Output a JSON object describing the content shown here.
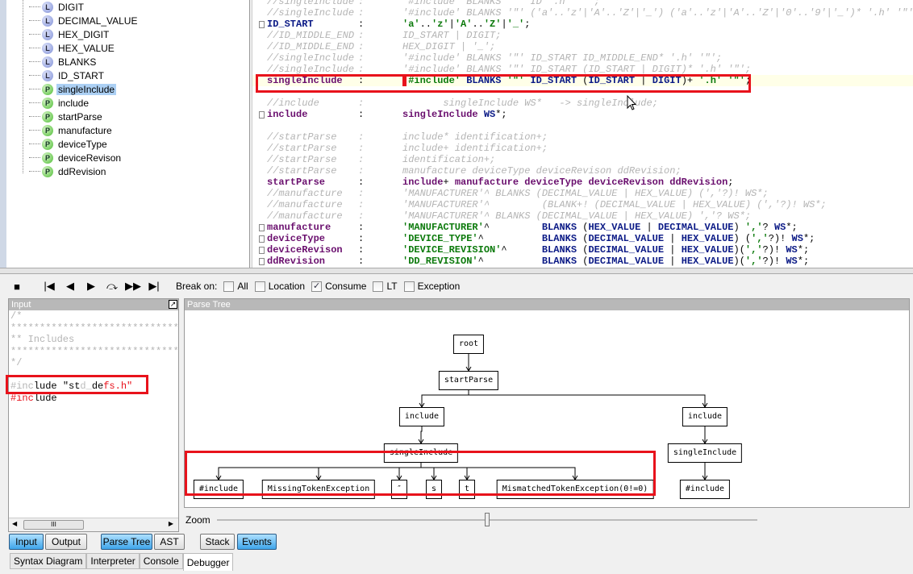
{
  "rules": [
    {
      "kind": "L",
      "name": "DIGIT"
    },
    {
      "kind": "L",
      "name": "DECIMAL_VALUE"
    },
    {
      "kind": "L",
      "name": "HEX_DIGIT"
    },
    {
      "kind": "L",
      "name": "HEX_VALUE"
    },
    {
      "kind": "L",
      "name": "BLANKS"
    },
    {
      "kind": "L",
      "name": "ID_START"
    },
    {
      "kind": "P",
      "name": "singleInclude",
      "selected": true
    },
    {
      "kind": "P",
      "name": "include"
    },
    {
      "kind": "P",
      "name": "startParse"
    },
    {
      "kind": "P",
      "name": "manufacture"
    },
    {
      "kind": "P",
      "name": "deviceType"
    },
    {
      "kind": "P",
      "name": "deviceRevison"
    },
    {
      "kind": "P",
      "name": "ddRevision"
    }
  ],
  "editor": {
    "lines": [
      {
        "nm": [
          "cm",
          "//singleInclude"
        ],
        "co": [
          "cm",
          ":"
        ],
        "bd": [
          [
            "cm",
            "'#include' BLANKS '\"' ID '.h' '\"';"
          ]
        ]
      },
      {
        "nm": [
          "cm",
          "//singleInclude"
        ],
        "co": [
          "cm",
          ":"
        ],
        "bd": [
          [
            "cm",
            "'#include' BLANKS '\"' ('a'..'z'|'A'..'Z'|'_') ('a'..'z'|'A'..'Z'|'0'..'9'|'_')* '.h' '\"';"
          ]
        ]
      },
      {
        "nm": [
          "lx",
          "ID_START"
        ],
        "co": [
          "op",
          ":"
        ],
        "bd": [
          [
            "st",
            "'a'"
          ],
          [
            "op",
            ".."
          ],
          [
            "st",
            "'z'"
          ],
          [
            "op",
            "|"
          ],
          [
            "st",
            "'A'"
          ],
          [
            "op",
            ".."
          ],
          [
            "st",
            "'Z'"
          ],
          [
            "op",
            "|"
          ],
          [
            "st",
            "'_'"
          ],
          [
            "op",
            ";"
          ]
        ],
        "fold": true
      },
      {
        "nm": [
          "cm",
          "//ID_MIDDLE_END"
        ],
        "co": [
          "cm",
          ":"
        ],
        "bd": [
          [
            "cm",
            "ID_START | DIGIT;"
          ]
        ]
      },
      {
        "nm": [
          "cm",
          "//ID_MIDDLE_END"
        ],
        "co": [
          "cm",
          ":"
        ],
        "bd": [
          [
            "cm",
            "HEX_DIGIT | '_';"
          ]
        ]
      },
      {
        "nm": [
          "cm",
          "//singleInclude"
        ],
        "co": [
          "cm",
          ":"
        ],
        "bd": [
          [
            "cm",
            "'#include' BLANKS '\"' ID_START ID_MIDDLE_END* '.h' '\"';"
          ]
        ]
      },
      {
        "nm": [
          "cm",
          "//singleInclude"
        ],
        "co": [
          "cm",
          ":"
        ],
        "bd": [
          [
            "cm",
            "'#include' BLANKS '\"' ID_START (ID_START | DIGIT)* '.h' '\"';"
          ]
        ]
      },
      {
        "nm": [
          "rn",
          "singleInclude"
        ],
        "co": [
          "op",
          ":"
        ],
        "bd": [
          [
            "st",
            "'#include'"
          ],
          [
            "op",
            " "
          ],
          [
            "lx",
            "BLANKS"
          ],
          [
            "op",
            " "
          ],
          [
            "st",
            "'\"'"
          ],
          [
            "op",
            " "
          ],
          [
            "lx",
            "ID_START"
          ],
          [
            "op",
            " ("
          ],
          [
            "lx",
            "ID_START"
          ],
          [
            "op",
            " | "
          ],
          [
            "lx",
            "DIGIT"
          ],
          [
            "op",
            ")+ "
          ],
          [
            "st",
            "'.h'"
          ],
          [
            "op",
            " "
          ],
          [
            "st",
            "'\"'"
          ],
          [
            "op",
            ";"
          ]
        ],
        "hl": true
      },
      null,
      {
        "nm": [
          "cm",
          "//include"
        ],
        "co": [
          "cm",
          ":"
        ],
        "bd": [
          [
            "cm",
            "       singleInclude WS*   -> singleInclude;"
          ]
        ]
      },
      {
        "nm": [
          "rn",
          "include"
        ],
        "co": [
          "op",
          ":"
        ],
        "bd": [
          [
            "rn",
            "singleInclude"
          ],
          [
            "op",
            " "
          ],
          [
            "lx",
            "WS"
          ],
          [
            "op",
            "*;"
          ]
        ],
        "fold": true
      },
      null,
      {
        "nm": [
          "cm",
          "//startParse"
        ],
        "co": [
          "cm",
          ":"
        ],
        "bd": [
          [
            "cm",
            "include* identification+;"
          ]
        ]
      },
      {
        "nm": [
          "cm",
          "//startParse"
        ],
        "co": [
          "cm",
          ":"
        ],
        "bd": [
          [
            "cm",
            "include+ identification+;"
          ]
        ]
      },
      {
        "nm": [
          "cm",
          "//startParse"
        ],
        "co": [
          "cm",
          ":"
        ],
        "bd": [
          [
            "cm",
            "identification+;"
          ]
        ]
      },
      {
        "nm": [
          "cm",
          "//startParse"
        ],
        "co": [
          "cm",
          ":"
        ],
        "bd": [
          [
            "cm",
            "manufacture deviceType deviceRevison ddRevision;"
          ]
        ]
      },
      {
        "nm": [
          "rn",
          "startParse"
        ],
        "co": [
          "op",
          ":"
        ],
        "bd": [
          [
            "rn",
            "include"
          ],
          [
            "op",
            "+ "
          ],
          [
            "rn",
            "manufacture deviceType deviceRevison ddRevision"
          ],
          [
            "op",
            ";"
          ]
        ]
      },
      {
        "nm": [
          "cm",
          "//manufacture"
        ],
        "co": [
          "cm",
          ":"
        ],
        "bd": [
          [
            "cm",
            "'MANUFACTURER'^ BLANKS (DECIMAL_VALUE | HEX_VALUE) (','?)! WS*;"
          ]
        ]
      },
      {
        "nm": [
          "cm",
          "//manufacture"
        ],
        "co": [
          "cm",
          ":"
        ],
        "bd": [
          [
            "cm",
            "'MANUFACTURER'^         (BLANK+! (DECIMAL_VALUE | HEX_VALUE) (','?)! WS*;"
          ]
        ]
      },
      {
        "nm": [
          "cm",
          "//manufacture"
        ],
        "co": [
          "cm",
          ":"
        ],
        "bd": [
          [
            "cm",
            "'MANUFACTURER'^ BLANKS (DECIMAL_VALUE | HEX_VALUE) ','? WS*;"
          ]
        ]
      },
      {
        "nm": [
          "rn",
          "manufacture"
        ],
        "co": [
          "op",
          ":"
        ],
        "bd": [
          [
            "st",
            "'MANUFACTURER'"
          ],
          [
            "op",
            "^         "
          ],
          [
            "lx",
            "BLANKS"
          ],
          [
            "op",
            " ("
          ],
          [
            "lx",
            "HEX_VALUE"
          ],
          [
            "op",
            " | "
          ],
          [
            "lx",
            "DECIMAL_VALUE"
          ],
          [
            "op",
            ") "
          ],
          [
            "st",
            "','"
          ],
          [
            "op",
            "? "
          ],
          [
            "lx",
            "WS"
          ],
          [
            "op",
            "*;"
          ]
        ],
        "fold": true
      },
      {
        "nm": [
          "rn",
          "deviceType"
        ],
        "co": [
          "op",
          ":"
        ],
        "bd": [
          [
            "st",
            "'DEVICE_TYPE'"
          ],
          [
            "op",
            "^          "
          ],
          [
            "lx",
            "BLANKS"
          ],
          [
            "op",
            " ("
          ],
          [
            "lx",
            "DECIMAL_VALUE"
          ],
          [
            "op",
            " | "
          ],
          [
            "lx",
            "HEX_VALUE"
          ],
          [
            "op",
            ") ("
          ],
          [
            "st",
            "','"
          ],
          [
            "op",
            "?)! "
          ],
          [
            "lx",
            "WS"
          ],
          [
            "op",
            "*;"
          ]
        ],
        "fold": true
      },
      {
        "nm": [
          "rn",
          "deviceRevison"
        ],
        "co": [
          "op",
          ":"
        ],
        "bd": [
          [
            "st",
            "'DEVICE_REVISION'"
          ],
          [
            "op",
            "^      "
          ],
          [
            "lx",
            "BLANKS"
          ],
          [
            "op",
            " ("
          ],
          [
            "lx",
            "DECIMAL_VALUE"
          ],
          [
            "op",
            " | "
          ],
          [
            "lx",
            "HEX_VALUE"
          ],
          [
            "op",
            ")("
          ],
          [
            "st",
            "','"
          ],
          [
            "op",
            "?)! "
          ],
          [
            "lx",
            "WS"
          ],
          [
            "op",
            "*;"
          ]
        ],
        "fold": true
      },
      {
        "nm": [
          "rn",
          "ddRevision"
        ],
        "co": [
          "op",
          ":"
        ],
        "bd": [
          [
            "st",
            "'DD_REVISION'"
          ],
          [
            "op",
            "^          "
          ],
          [
            "lx",
            "BLANKS"
          ],
          [
            "op",
            " ("
          ],
          [
            "lx",
            "DECIMAL_VALUE"
          ],
          [
            "op",
            " | "
          ],
          [
            "lx",
            "HEX_VALUE"
          ],
          [
            "op",
            ")("
          ],
          [
            "st",
            "','"
          ],
          [
            "op",
            "?)! "
          ],
          [
            "lx",
            "WS"
          ],
          [
            "op",
            "*;"
          ]
        ],
        "fold": true
      }
    ]
  },
  "toolbar": {
    "icons": [
      "stop-icon",
      "go-to-start-icon",
      "step-back-icon",
      "step-forward-icon",
      "step-over-icon",
      "fast-forward-icon",
      "go-to-end-icon"
    ],
    "glyphs": [
      "■",
      "|◀",
      "◀",
      "▶",
      "⤼",
      "▶▶",
      "▶|"
    ],
    "break_on": "Break on:",
    "checks": [
      {
        "label": "All",
        "checked": false
      },
      {
        "label": "Location",
        "checked": false
      },
      {
        "label": "Consume",
        "checked": true
      },
      {
        "label": "LT",
        "checked": false
      },
      {
        "label": "Exception",
        "checked": false
      }
    ]
  },
  "input": {
    "title": "Input",
    "lines": [
      "/*",
      "**********************************",
      "** Includes",
      "**********************************",
      "*/",
      ""
    ],
    "line_include1": {
      "a": "#inc",
      "b": "lude \"st",
      "c": "d_",
      "d": "de",
      "e": "fs.h\""
    },
    "line_include2": {
      "a": "#inc",
      "b": "lude"
    }
  },
  "parse_tree": {
    "title": "Parse Tree",
    "nodes": [
      {
        "id": "root",
        "label": "root"
      },
      {
        "id": "sp",
        "label": "startParse",
        "parent": "root"
      },
      {
        "id": "i1",
        "label": "include",
        "parent": "sp"
      },
      {
        "id": "i2",
        "label": "include",
        "parent": "sp"
      },
      {
        "id": "s1",
        "label": "singleInclude",
        "parent": "i1"
      },
      {
        "id": "s2",
        "label": "singleInclude",
        "parent": "i2"
      },
      {
        "id": "l1",
        "label": "#include",
        "parent": "s1"
      },
      {
        "id": "l2",
        "label": "MissingTokenException",
        "parent": "s1"
      },
      {
        "id": "l3",
        "label": "″",
        "parent": "s1"
      },
      {
        "id": "l4",
        "label": "s",
        "parent": "s1"
      },
      {
        "id": "l5",
        "label": "t",
        "parent": "s1"
      },
      {
        "id": "l6",
        "label": "MismatchedTokenException(0!=0)",
        "parent": "s1"
      },
      {
        "id": "l7",
        "label": "#include",
        "parent": "s2"
      }
    ]
  },
  "zoom": {
    "label": "Zoom",
    "value": 0.5
  },
  "buttons": {
    "input": "Input",
    "output": "Output",
    "parse_tree": "Parse Tree",
    "ast": "AST",
    "stack": "Stack",
    "events": "Events"
  },
  "tabs": [
    "Syntax Diagram",
    "Interpreter",
    "Console",
    "Debugger"
  ],
  "colors": {
    "highlight": "#e8121b",
    "selection": "#acd0f4"
  }
}
